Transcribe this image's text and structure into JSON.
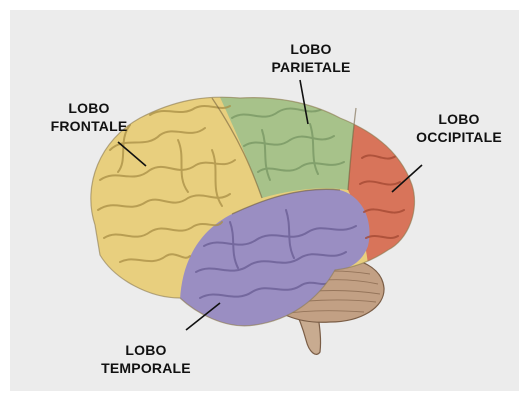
{
  "labels": {
    "frontal": {
      "line1": "LOBO",
      "line2": "FRONTALE"
    },
    "parietal": {
      "line1": "LOBO",
      "line2": "PARIETALE"
    },
    "occipital": {
      "line1": "LOBO",
      "line2": "OCCIPITALE"
    },
    "temporal": {
      "line1": "LOBO",
      "line2": "TEMPORALE"
    }
  },
  "colors": {
    "background": "#ececec",
    "frontal": "#e8cf7e",
    "parietal": "#a7c28a",
    "occipital": "#d8745a",
    "temporal": "#9a8ec2",
    "cerebellum": "#c2a084",
    "brainstem": "#c8ab90"
  }
}
